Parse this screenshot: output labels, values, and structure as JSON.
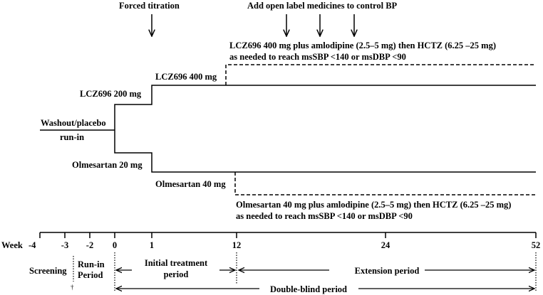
{
  "top_labels": {
    "forced_titration": "Forced titration",
    "add_open_label": "Add open label medicines to control BP"
  },
  "arms": {
    "washout_line1": "Washout/placebo",
    "washout_line2": "run-in",
    "lcz_200": "LCZ696 200 mg",
    "lcz_400": "LCZ696 400 mg",
    "olm_20": "Olmesartan 20 mg",
    "olm_40": "Olmesartan 40 mg",
    "lcz_addon_line1": "LCZ696 400 mg plus amlodipine (2.5–5 mg) then HCTZ (6.25 –25 mg)",
    "lcz_addon_line2": "as needed to reach msSBP <140 or msDBP <90",
    "olm_addon_line1": "Olmesartan 40 mg plus amlodipine (2.5–5 mg) then HCTZ (6.25 –25 mg)",
    "olm_addon_line2": "as needed to reach msSBP <140 or msDBP <90"
  },
  "timeline": {
    "week_label": "Week",
    "ticks": [
      "-4",
      "-3",
      "-2",
      "0",
      "1",
      "12",
      "24",
      "52"
    ]
  },
  "periods": {
    "screening": "Screening",
    "runin_line1": "Run-in",
    "runin_line2": "Period",
    "initial_line1": "Initial treatment",
    "initial_line2": "period",
    "extension": "Extension period",
    "double_blind": "Double-blind period",
    "dagger": "†"
  }
}
